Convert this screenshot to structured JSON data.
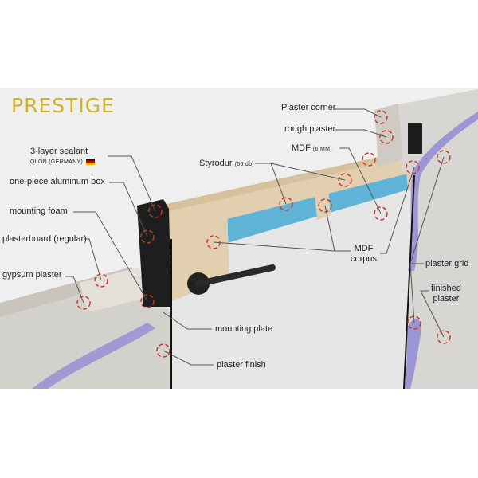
{
  "brand": "PRESTIGE",
  "labels": {
    "sealant": "3-layer sealant",
    "sealant_sub": "QLON (GERMANY)",
    "aluminum_box": "one-piece aluminum box",
    "mounting_foam": "mounting foam",
    "plasterboard": "plasterboard (regular)",
    "gypsum_plaster": "gypsum plaster",
    "styrodur": "Styrodur",
    "styrodur_sub": "(66 db)",
    "plaster_corner": "Plaster corner",
    "rough_plaster": "rough plaster",
    "mdf": "MDF",
    "mdf_sub": "(6 MM)",
    "mdf_corpus_1": "MDF",
    "mdf_corpus_2": "corpus",
    "plaster_grid": "plaster grid",
    "finished_plaster_1": "finished",
    "finished_plaster_2": "plaster",
    "mounting_plate": "mounting plate",
    "plaster_finish": "plaster finish"
  },
  "colors": {
    "brand": "#cfb42a",
    "marker": "#c0392b",
    "styrodur": "#5fb3d6",
    "mdf": "#e2cfb0",
    "grid": "#8f86d6"
  }
}
